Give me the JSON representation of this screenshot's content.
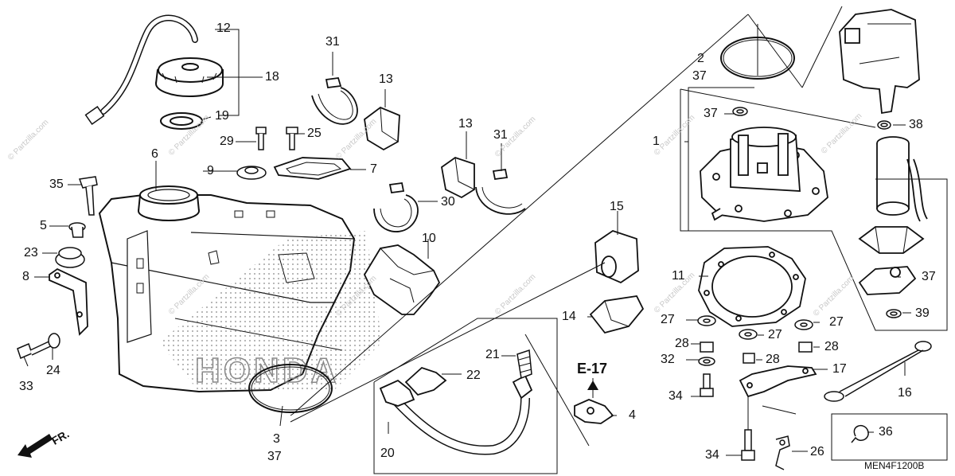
{
  "diagram": {
    "drawing_code": "MEN4F1200B",
    "section_ref": "E-17",
    "front_marker": "FR.",
    "watermark": "© Partzilla.com",
    "callouts": {
      "c1": "1",
      "c2": "2",
      "c3": "3",
      "c4": "4",
      "c5": "5",
      "c6": "6",
      "c7": "7",
      "c8": "8",
      "c9": "9",
      "c10": "10",
      "c11": "11",
      "c12": "12",
      "c13a": "13",
      "c13b": "13",
      "c14": "14",
      "c15": "15",
      "c16": "16",
      "c17": "17",
      "c18": "18",
      "c19": "19",
      "c20": "20",
      "c21": "21",
      "c22": "22",
      "c23": "23",
      "c24": "24",
      "c25": "25",
      "c26": "26",
      "c27a": "27",
      "c27b": "27",
      "c27c": "27",
      "c28a": "28",
      "c28b": "28",
      "c28c": "28",
      "c29": "29",
      "c30": "30",
      "c31a": "31",
      "c31b": "31",
      "c32": "32",
      "c33": "33",
      "c34a": "34",
      "c34b": "34",
      "c35": "35",
      "c36": "36",
      "c37a": "37",
      "c37b": "37",
      "c37c": "37",
      "c37d": "37",
      "c38": "38",
      "c39": "39"
    }
  }
}
